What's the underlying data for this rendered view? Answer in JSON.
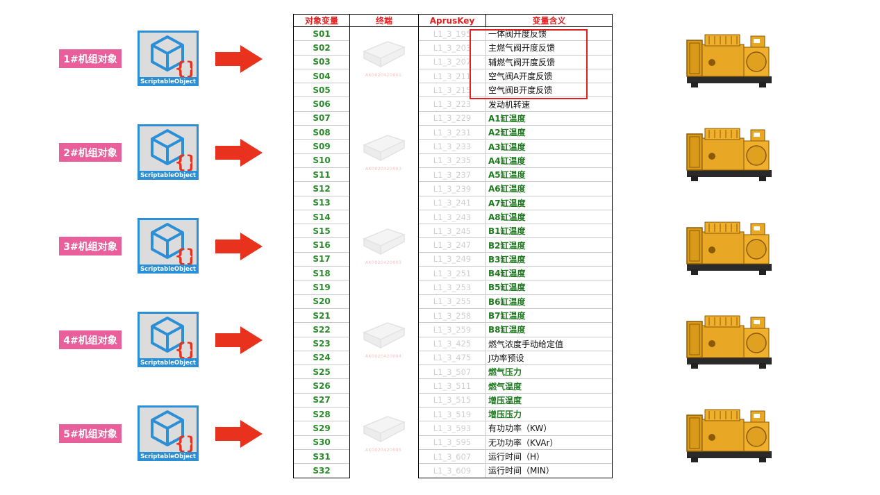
{
  "units": [
    {
      "label": "1#机组对象",
      "so_text": "ScriptableObject",
      "terminal_code": "AK0020420001"
    },
    {
      "label": "2#机组对象",
      "so_text": "ScriptableObject",
      "terminal_code": "AK0020420003"
    },
    {
      "label": "3#机组对象",
      "so_text": "ScriptableObject",
      "terminal_code": "AK0020420003"
    },
    {
      "label": "4#机组对象",
      "so_text": "ScriptableObject",
      "terminal_code": "AK0020420004"
    },
    {
      "label": "5#机组对象",
      "so_text": "ScriptableObject",
      "terminal_code": "AK0020420005"
    }
  ],
  "table": {
    "headers": [
      "对象变量",
      "终端",
      "AprusKey",
      "变量含义"
    ],
    "rows": [
      {
        "id": "S01",
        "key": "L1_3_195",
        "meaning": "一体阀开度反馈",
        "style": "black"
      },
      {
        "id": "S02",
        "key": "L1_3_203",
        "meaning": "主燃气阀开度反馈",
        "style": "black"
      },
      {
        "id": "S03",
        "key": "L1_3_207",
        "meaning": "辅燃气阀开度反馈",
        "style": "black"
      },
      {
        "id": "S04",
        "key": "L1_3_211",
        "meaning": "空气阀A开度反馈",
        "style": "black"
      },
      {
        "id": "S05",
        "key": "L1_3_215",
        "meaning": "空气阀B开度反馈",
        "style": "black"
      },
      {
        "id": "S06",
        "key": "L1_3_223",
        "meaning": "发动机转速",
        "style": "black"
      },
      {
        "id": "S07",
        "key": "L1_3_229",
        "meaning": "A1缸温度",
        "style": "green"
      },
      {
        "id": "S08",
        "key": "L1_3_231",
        "meaning": "A2缸温度",
        "style": "green"
      },
      {
        "id": "S09",
        "key": "L1_3_233",
        "meaning": "A3缸温度",
        "style": "green"
      },
      {
        "id": "S10",
        "key": "L1_3_235",
        "meaning": "A4缸温度",
        "style": "green"
      },
      {
        "id": "S11",
        "key": "L1_3_237",
        "meaning": "A5缸温度",
        "style": "green"
      },
      {
        "id": "S12",
        "key": "L1_3_239",
        "meaning": "A6缸温度",
        "style": "green"
      },
      {
        "id": "S13",
        "key": "L1_3_241",
        "meaning": "A7缸温度",
        "style": "green"
      },
      {
        "id": "S14",
        "key": "L1_3_243",
        "meaning": "A8缸温度",
        "style": "green"
      },
      {
        "id": "S15",
        "key": "L1_3_245",
        "meaning": "B1缸温度",
        "style": "green"
      },
      {
        "id": "S16",
        "key": "L1_3_247",
        "meaning": "B2缸温度",
        "style": "green"
      },
      {
        "id": "S17",
        "key": "L1_3_249",
        "meaning": "B3缸温度",
        "style": "green"
      },
      {
        "id": "S18",
        "key": "L1_3_251",
        "meaning": "B4缸温度",
        "style": "green"
      },
      {
        "id": "S19",
        "key": "L1_3_253",
        "meaning": "B5缸温度",
        "style": "green"
      },
      {
        "id": "S20",
        "key": "L1_3_255",
        "meaning": "B6缸温度",
        "style": "green"
      },
      {
        "id": "S21",
        "key": "L1_3_258",
        "meaning": "B7缸温度",
        "style": "green"
      },
      {
        "id": "S22",
        "key": "L1_3_259",
        "meaning": "B8缸温度",
        "style": "green"
      },
      {
        "id": "S23",
        "key": "L1_3_425",
        "meaning": "燃气浓度手动给定值",
        "style": "black"
      },
      {
        "id": "S24",
        "key": "L1_3_475",
        "meaning": "J功率预设",
        "style": "black"
      },
      {
        "id": "S25",
        "key": "L1_3_507",
        "meaning": "燃气压力",
        "style": "green"
      },
      {
        "id": "S26",
        "key": "L1_3_511",
        "meaning": "燃气温度",
        "style": "green"
      },
      {
        "id": "S27",
        "key": "L1_3_515",
        "meaning": "增压温度",
        "style": "green"
      },
      {
        "id": "S28",
        "key": "L1_3_519",
        "meaning": "增压压力",
        "style": "green"
      },
      {
        "id": "S29",
        "key": "L1_3_593",
        "meaning": "有功功率（KW）",
        "style": "black"
      },
      {
        "id": "S30",
        "key": "L1_3_595",
        "meaning": "无功功率（KVAr）",
        "style": "black"
      },
      {
        "id": "S31",
        "key": "L1_3_607",
        "meaning": "运行时间（H）",
        "style": "black"
      },
      {
        "id": "S32",
        "key": "L1_3_609",
        "meaning": "运行时间（MIN）",
        "style": "black"
      }
    ]
  },
  "colors": {
    "label_bg": "#e95f9c",
    "arrow": "#e8321e",
    "header_text": "#e02020",
    "id_text": "#2b8a2b",
    "highlight": "#e02020",
    "so_border": "#2a8fd6"
  }
}
